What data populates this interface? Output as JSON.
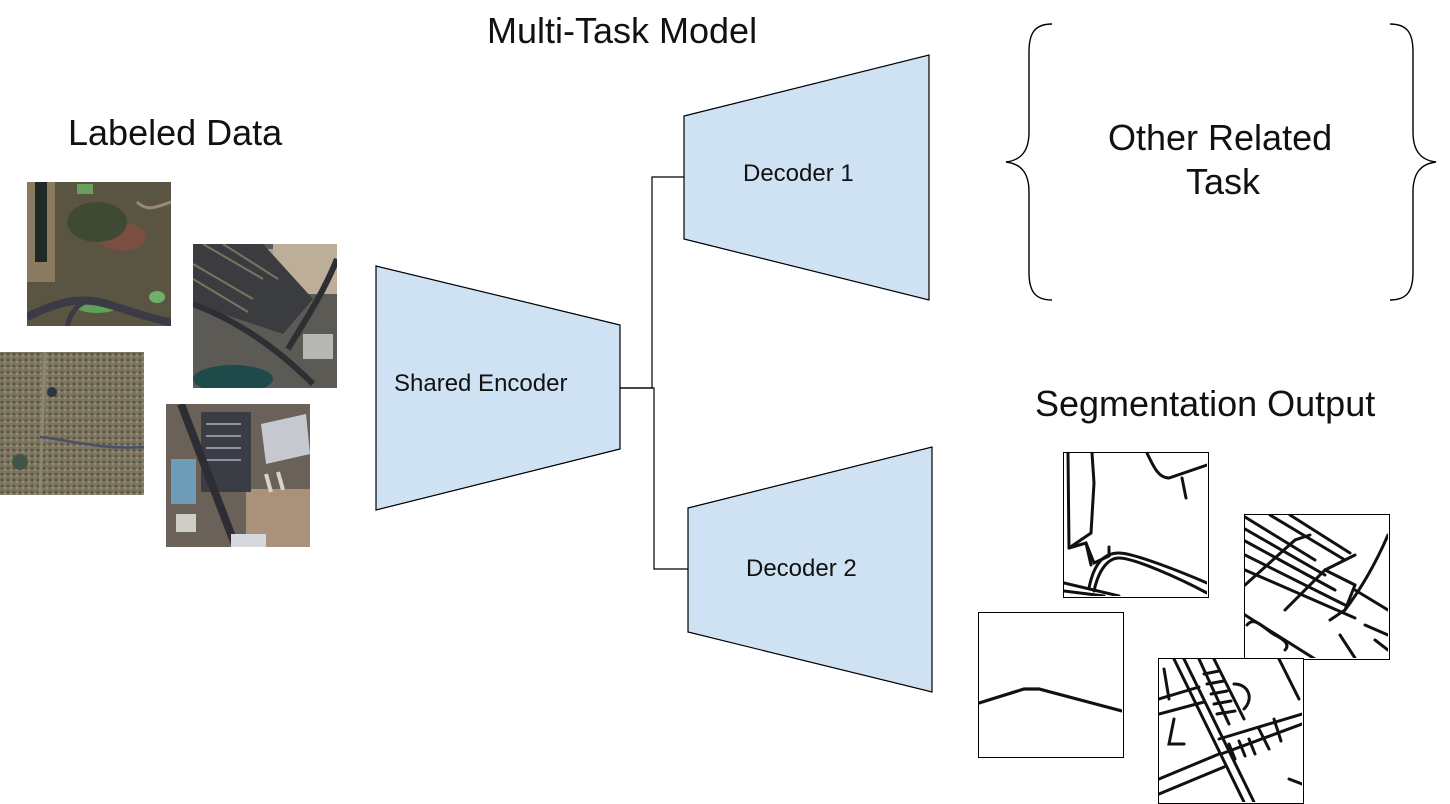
{
  "titles": {
    "model": "Multi-Task Model",
    "labeled_data": "Labeled Data",
    "segmentation_output": "Segmentation Output",
    "other_task_line1": "Other Related",
    "other_task_line2": "Task"
  },
  "blocks": {
    "encoder": "Shared Encoder",
    "decoder1": "Decoder 1",
    "decoder2": "Decoder 2"
  },
  "colors": {
    "block_fill": "#cfe2f3",
    "block_stroke": "#000000",
    "road": "#111111"
  },
  "labeled_images": [
    {
      "name": "aerial-image-farmland",
      "kind": "farmland"
    },
    {
      "name": "aerial-image-parking",
      "kind": "parking"
    },
    {
      "name": "aerial-image-desert",
      "kind": "desert"
    },
    {
      "name": "aerial-image-urban",
      "kind": "urban"
    }
  ],
  "segmentation_images": [
    {
      "name": "segmentation-mask-farmland"
    },
    {
      "name": "segmentation-mask-parking"
    },
    {
      "name": "segmentation-mask-desert"
    },
    {
      "name": "segmentation-mask-urban"
    }
  ]
}
